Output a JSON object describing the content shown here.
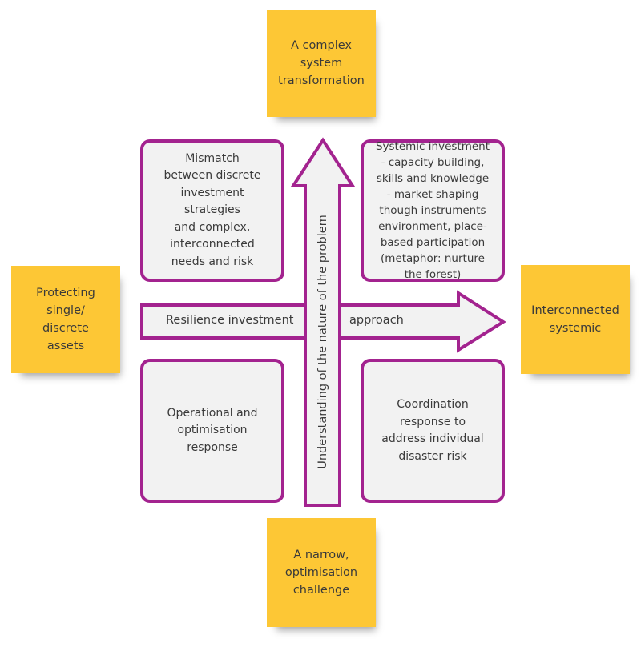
{
  "axes": {
    "top": "A complex\nsystem\ntransformation",
    "bottom": "A narrow,\noptimisation\nchallenge",
    "left": "Protecting\nsingle/\ndiscrete\nassets",
    "right": "Interconnected\nsystemic"
  },
  "quadrants": {
    "top_left": "Mismatch\nbetween discrete\ninvestment\nstrategies\nand complex,\ninterconnected\nneeds and risk",
    "top_right": "Systemic investment\n- capacity building,\nskills and knowledge\n- market shaping\nthough instruments\nenvironment, place-\nbased participation\n(metaphor: nurture\nthe forest)",
    "bottom_left": "Operational and\noptimisation\nresponse",
    "bottom_right": "Coordination\nresponse to\naddress individual\ndisaster risk"
  },
  "arrows": {
    "horizontal_left_label": "Resilience investment",
    "horizontal_right_label": "approach",
    "vertical_label": "Understanding of the nature of the problem"
  },
  "colors": {
    "note": "#fdc735",
    "border": "#a3238f",
    "box_fill": "#f2f2f2"
  }
}
